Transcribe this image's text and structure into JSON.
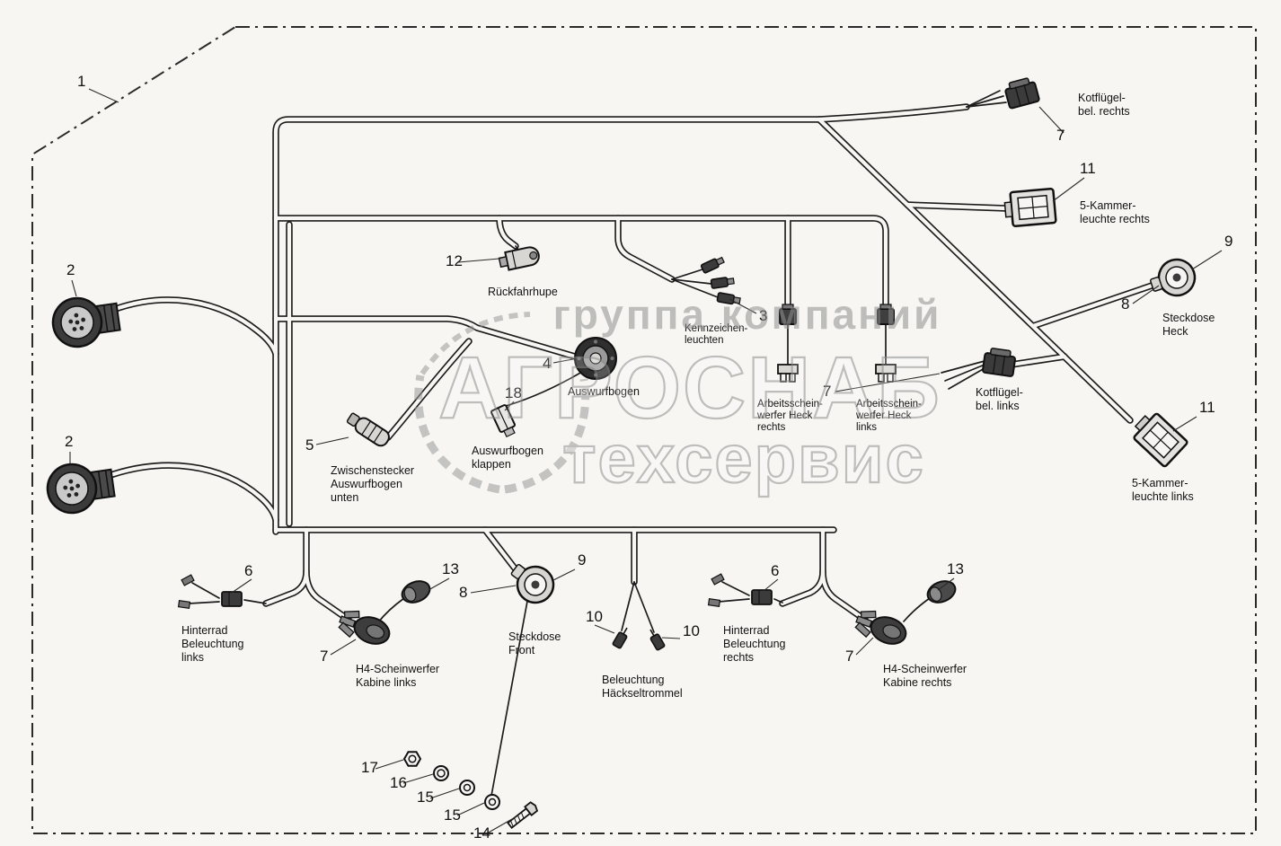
{
  "diagram": {
    "type": "wiring-harness-parts-diagram"
  },
  "callouts": {
    "n1": "1",
    "n2a": "2",
    "n2b": "2",
    "n3": "3",
    "n4": "4",
    "n5": "5",
    "n6l": "6",
    "n6r": "6",
    "n7tr": "7",
    "n7ml": "7",
    "n7bl": "7",
    "n7br": "7",
    "n8h": "8",
    "n8f": "8",
    "n9h": "9",
    "n9f": "9",
    "n10a": "10",
    "n10b": "10",
    "n11r": "11",
    "n11l": "11",
    "n12": "12",
    "n13l": "13",
    "n13r": "13",
    "n14": "14",
    "n15a": "15",
    "n15b": "15",
    "n16": "16",
    "n17": "17",
    "n18": "18"
  },
  "labels": {
    "kotfluegel_rechts": [
      "Kotflügel-",
      "bel. rechts"
    ],
    "kammer_rechts": [
      "5-Kammer-",
      "leuchte rechts"
    ],
    "steckdose_heck": [
      "Steckdose",
      "Heck"
    ],
    "kotfluegel_links": [
      "Kotflügel-",
      "bel. links"
    ],
    "kammer_links": [
      "5-Kammer-",
      "leuchte links"
    ],
    "rueckfahrhupe": [
      "Rückfahrhupe"
    ],
    "kennzeichenleuchten": [
      "Kennzeichen-",
      "leuchten"
    ],
    "auswurfbogen": [
      "Auswurfbogen"
    ],
    "auswurfbogen_klappen": [
      "Auswurfbogen",
      "klappen"
    ],
    "zwischenstecker": [
      "Zwischenstecker",
      "Auswurfbogen",
      "unten"
    ],
    "arbeitsscheinwerfer_rechts": [
      "Arbeitsschein-",
      "werfer Heck",
      "rechts"
    ],
    "arbeitsscheinwerfer_links": [
      "Arbeitsschein-",
      "werfer Heck",
      "links"
    ],
    "hinterrad_links": [
      "Hinterrad",
      "Beleuchtung",
      "links"
    ],
    "h4_links": [
      "H4-Scheinwerfer",
      "Kabine links"
    ],
    "steckdose_front": [
      "Steckdose",
      "Front"
    ],
    "haeckseltrommel": [
      "Beleuchtung",
      "Häckseltrommel"
    ],
    "hinterrad_rechts": [
      "Hinterrad",
      "Beleuchtung",
      "rechts"
    ],
    "h4_rechts": [
      "H4-Scheinwerfer",
      "Kabine rechts"
    ]
  },
  "watermark": {
    "line1": "группа компаний",
    "line2": "АГРОСНАБ",
    "line3": "техсервис"
  },
  "colors": {
    "background": "#f7f6f3",
    "ink": "#1c1c1c",
    "watermark": "#8f8f8f"
  }
}
